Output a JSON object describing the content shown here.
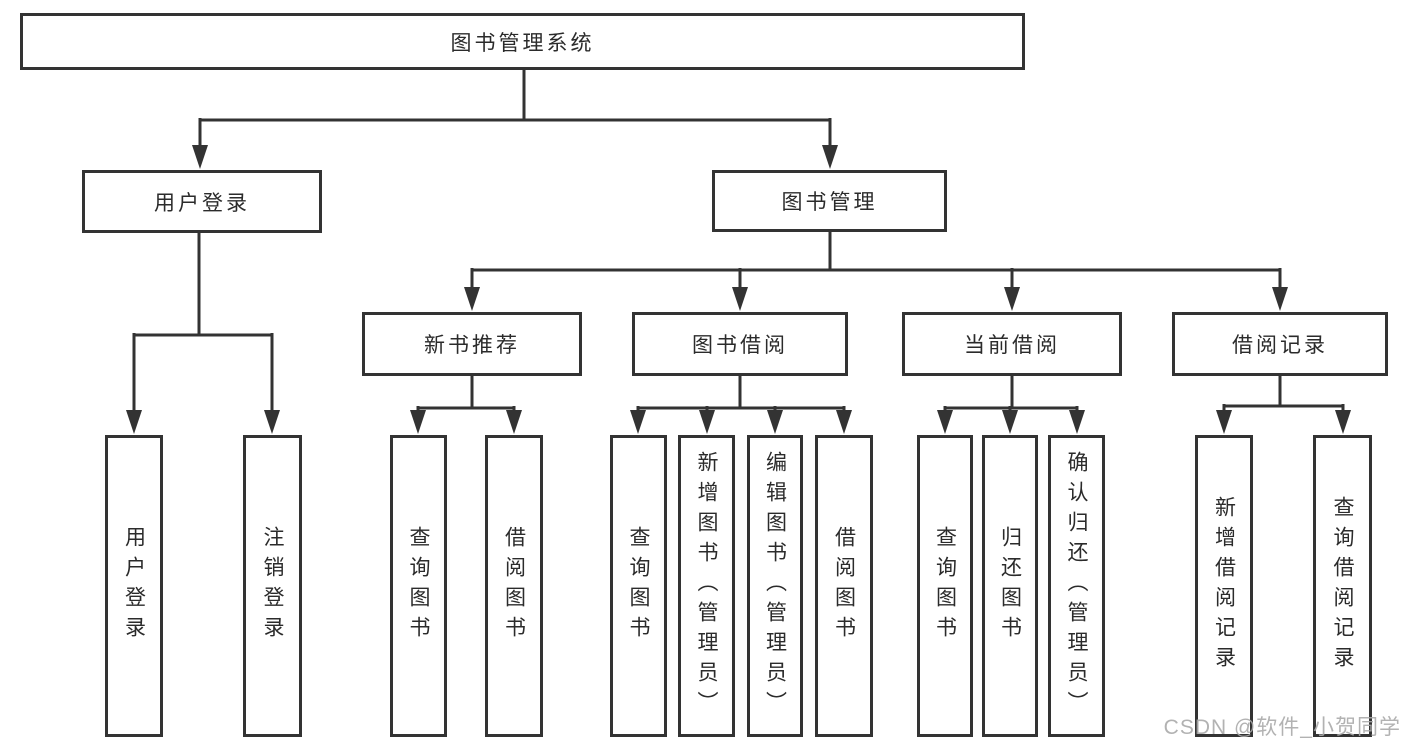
{
  "tree": {
    "root": "图书管理系统",
    "user_login": {
      "label": "用户登录",
      "children": [
        "用户登录",
        "注销登录"
      ]
    },
    "book_mgmt": {
      "label": "图书管理",
      "groups": [
        {
          "label": "新书推荐",
          "children": [
            "查询图书",
            "借阅图书"
          ]
        },
        {
          "label": "图书借阅",
          "children": [
            "查询图书",
            "新增图书（管理员）",
            "编辑图书（管理员）",
            "借阅图书"
          ]
        },
        {
          "label": "当前借阅",
          "children": [
            "查询图书",
            "归还图书",
            "确认归还（管理员）"
          ]
        },
        {
          "label": "借阅记录",
          "children": [
            "新增借阅记录",
            "查询借阅记录"
          ]
        }
      ]
    }
  },
  "watermark": "CSDN @软件_小贺同学",
  "colors": {
    "line": "#333333",
    "text": "#2b2b2b",
    "watermark": "#aaaaaa",
    "background": "#ffffff"
  }
}
